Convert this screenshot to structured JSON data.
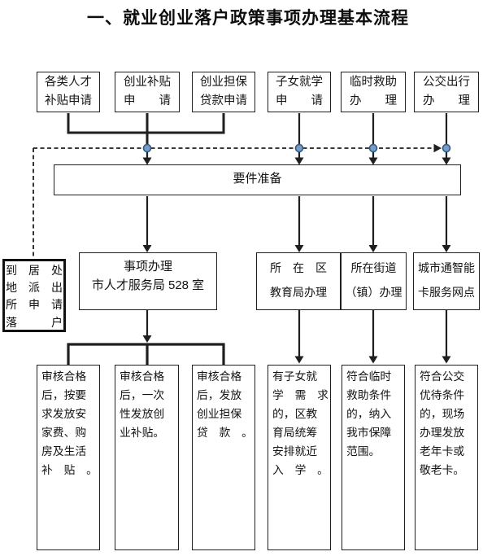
{
  "title": "一、就业创业落户政策事项办理基本流程",
  "colors": {
    "line": "#1f1f1f",
    "dot_fill": "#7b9cc2",
    "dot_stroke": "#2f5b84"
  },
  "top_row": [
    {
      "lines": [
        "各类人才",
        "补贴申请"
      ]
    },
    {
      "lines": [
        "创业补贴",
        "申　　请"
      ]
    },
    {
      "lines": [
        "创业担保",
        "贷款申请"
      ]
    },
    {
      "lines": [
        "子女就学",
        "申　　请"
      ]
    },
    {
      "lines": [
        "临时救助",
        "办　　理"
      ]
    },
    {
      "lines": [
        "公交出行",
        "办　　理"
      ]
    }
  ],
  "prepare": {
    "label": "要件准备"
  },
  "settle": {
    "rows": [
      "到　居　处",
      "地　派　出",
      "所　申　请",
      "落　　　户"
    ]
  },
  "second_row": [
    {
      "lines": [
        "事项办理",
        "市人才服务局 528 室"
      ]
    },
    {
      "lines": [
        "所　在　区",
        "教育局办理"
      ]
    },
    {
      "lines": [
        "所在街道",
        "（镇）办理"
      ]
    },
    {
      "lines": [
        "城市通智能",
        "卡服务网点"
      ]
    }
  ],
  "bottom_row": [
    {
      "lines": [
        "审核合格",
        "后，按要",
        "求发放安",
        "家费、购",
        "房及生活",
        "补　贴　。"
      ]
    },
    {
      "lines": [
        "审核合格",
        "后，一次",
        "性发放创",
        "业补贴。"
      ]
    },
    {
      "lines": [
        "审核合格",
        "后，发放",
        "创业担保",
        "贷　款　。"
      ]
    },
    {
      "lines": [
        "有子女就",
        "学　需　求",
        "的，区教",
        "育局统筹",
        "安排就近",
        "入　学　。"
      ]
    },
    {
      "lines": [
        "符合临时",
        "救助条件",
        "的，纳入",
        "我市保障",
        "范围。"
      ]
    },
    {
      "lines": [
        "符合公交",
        "优待条件",
        "的，现场",
        "办理发放",
        "老年卡或",
        "敬老卡。"
      ]
    }
  ]
}
